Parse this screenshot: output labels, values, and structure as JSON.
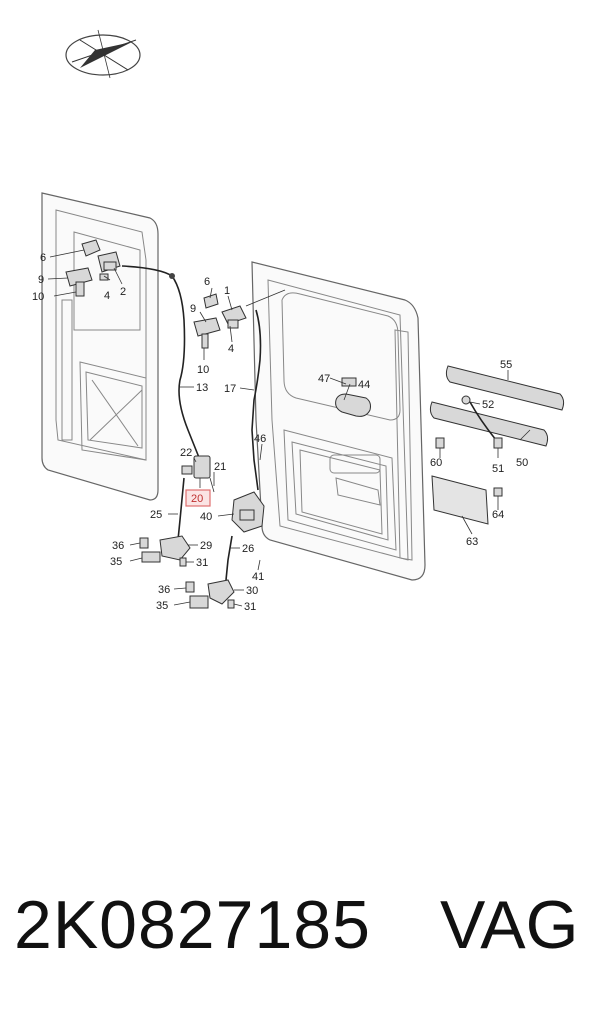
{
  "diagram": {
    "highlighted_callout": "20",
    "highlight_color": "#e07070",
    "callouts": [
      {
        "id": "c6a",
        "text": "6"
      },
      {
        "id": "c9a",
        "text": "9"
      },
      {
        "id": "c10a",
        "text": "10"
      },
      {
        "id": "c4a",
        "text": "4"
      },
      {
        "id": "c2",
        "text": "2"
      },
      {
        "id": "c6b",
        "text": "6"
      },
      {
        "id": "c1",
        "text": "1"
      },
      {
        "id": "c9b",
        "text": "9"
      },
      {
        "id": "c4b",
        "text": "4"
      },
      {
        "id": "c10b",
        "text": "10"
      },
      {
        "id": "c13",
        "text": "13"
      },
      {
        "id": "c17",
        "text": "17"
      },
      {
        "id": "c47",
        "text": "47"
      },
      {
        "id": "c44",
        "text": "44"
      },
      {
        "id": "c55",
        "text": "55"
      },
      {
        "id": "c52",
        "text": "52"
      },
      {
        "id": "c46",
        "text": "46"
      },
      {
        "id": "c22",
        "text": "22"
      },
      {
        "id": "c21",
        "text": "21"
      },
      {
        "id": "c20",
        "text": "20"
      },
      {
        "id": "c60",
        "text": "60"
      },
      {
        "id": "c51",
        "text": "51"
      },
      {
        "id": "c50",
        "text": "50"
      },
      {
        "id": "c25",
        "text": "25"
      },
      {
        "id": "c40",
        "text": "40"
      },
      {
        "id": "c64",
        "text": "64"
      },
      {
        "id": "c63",
        "text": "63"
      },
      {
        "id": "c36a",
        "text": "36"
      },
      {
        "id": "c29",
        "text": "29"
      },
      {
        "id": "c26",
        "text": "26"
      },
      {
        "id": "c35a",
        "text": "35"
      },
      {
        "id": "c31a",
        "text": "31"
      },
      {
        "id": "c41",
        "text": "41"
      },
      {
        "id": "c36b",
        "text": "36"
      },
      {
        "id": "c30",
        "text": "30"
      },
      {
        "id": "c35b",
        "text": "35"
      },
      {
        "id": "c31b",
        "text": "31"
      }
    ]
  },
  "footer": {
    "part_number": "2K0827185",
    "brand": "VAG"
  }
}
